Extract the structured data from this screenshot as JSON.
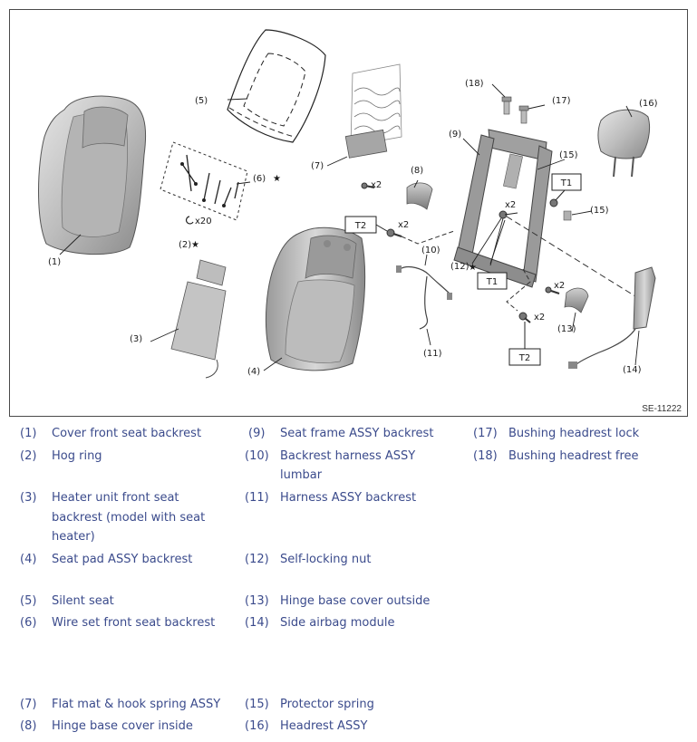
{
  "figure": {
    "part_id": "SE-11222",
    "callouts": [
      "(1)",
      "(2)",
      "(3)",
      "(4)",
      "(5)",
      "(6)",
      "(7)",
      "(8)",
      "(9)",
      "(10)",
      "(11)",
      "(12)",
      "(13)",
      "(14)",
      "(15)",
      "(15)",
      "(16)",
      "(17)",
      "(18)"
    ],
    "qty": [
      "x20",
      "x2",
      "x2",
      "x2",
      "x2",
      "x2"
    ],
    "torque": [
      "T1",
      "T1",
      "T2",
      "T2"
    ],
    "star": "★"
  },
  "legend": {
    "items": [
      {
        "num": "(1)",
        "text": "Cover front seat backrest"
      },
      {
        "num": "(2)",
        "text": "Hog ring"
      },
      {
        "num": "(3)",
        "text": "Heater unit front seat"
      },
      {
        "num": "",
        "text": "backrest (model with seat"
      },
      {
        "num": "",
        "text": "heater)"
      },
      {
        "num": "(4)",
        "text": "Seat pad ASSY backrest"
      },
      {
        "num": "(5)",
        "text": "Silent seat"
      },
      {
        "num": "(6)",
        "text": "Wire set front seat backrest"
      },
      {
        "num": "(7)",
        "text": "Flat mat & hook spring ASSY"
      },
      {
        "num": "(8)",
        "text": "Hinge base cover inside"
      },
      {
        "num": "(9)",
        "text": "Seat frame ASSY backrest"
      },
      {
        "num": "(10)",
        "text": "Backrest harness ASSY"
      },
      {
        "num": "",
        "text": "lumbar"
      },
      {
        "num": "(11)",
        "text": "Harness ASSY backrest"
      },
      {
        "num": "(12)",
        "text": "Self-locking nut"
      },
      {
        "num": "(13)",
        "text": "Hinge base cover outside"
      },
      {
        "num": "(14)",
        "text": "Side airbag module"
      },
      {
        "num": "(15)",
        "text": "Protector spring"
      },
      {
        "num": "(16)",
        "text": "Headrest ASSY"
      },
      {
        "num": "(17)",
        "text": "Bushing headrest lock"
      },
      {
        "num": "(18)",
        "text": "Bushing headrest free"
      }
    ]
  }
}
